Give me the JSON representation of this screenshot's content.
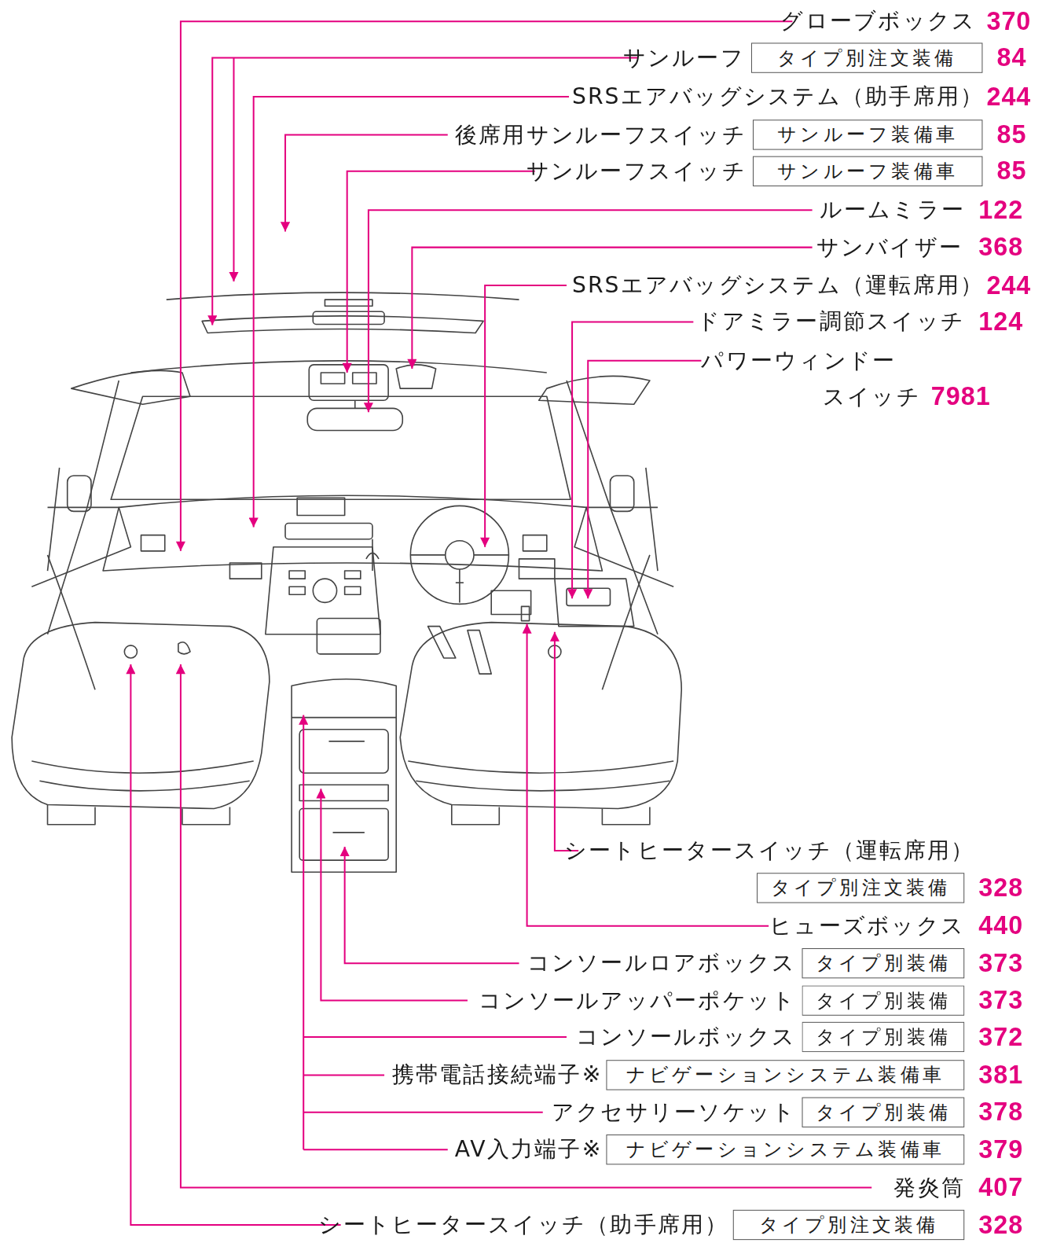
{
  "diagram": {
    "nodes": [
      {
        "text": [
          "タイプ別注文装備"
        ]
      },
      {
        "text": [
          "サンルーフ装備車"
        ]
      },
      {
        "text": [
          "サンルーフ装備車"
        ]
      },
      {
        "text": [
          "タイプ別注文装備"
        ]
      },
      {
        "text": [
          "タイプ別装備"
        ]
      },
      {
        "text": [
          "タイプ別装備"
        ]
      },
      {
        "text": [
          "タイプ別装備"
        ]
      },
      {
        "text": [
          "ナビゲーションシステム装備車"
        ]
      },
      {
        "text": [
          "タイプ別装備"
        ]
      },
      {
        "text": [
          "ナビゲーションシステム装備車"
        ]
      },
      {
        "text": [
          "タイプ別注文装備"
        ]
      }
    ],
    "labels": [
      "グローブボックス",
      "370",
      "サンルーフ",
      "84",
      "SRSエアバッグシステム（助手席用）",
      "244",
      "後席用サンルーフスイッチ",
      "85",
      "サンルーフスイッチ",
      "85",
      "ルームミラー",
      "122",
      "サンバイザー",
      "368",
      "SRSエアバッグシステム（運転席用）",
      "244",
      "ドアミラー調節スイッチ",
      "124",
      "パワーウィンドー スイッチ",
      "7981",
      "シートヒータースイッチ（運転席用）",
      "328",
      "ヒューズボックス",
      "440",
      "コンソールロアボックス",
      "373",
      "コンソールアッパーポケット",
      "373",
      "コンソールボックス",
      "372",
      "携帯電話接続端子※",
      "381",
      "アクセサリーソケット",
      "378",
      "AV入力端子※",
      "379",
      "発炎筒",
      "407",
      "シートヒータースイッチ（助手席用）",
      "328"
    ]
  }
}
